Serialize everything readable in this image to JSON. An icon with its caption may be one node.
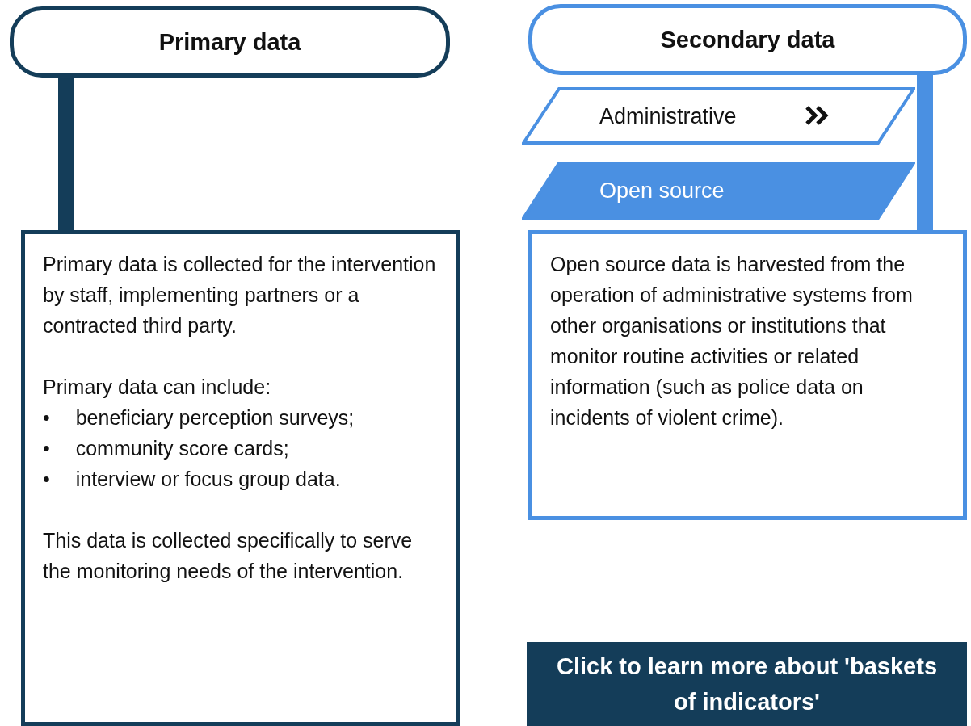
{
  "diagram": {
    "nodes": [
      {
        "text": [
          "Primary data"
        ]
      },
      {
        "text": [
          "Primary data is collected for the intervention by staff, implementing partners or a contracted third party.",
          "Primary data can include:",
          "• beneficiary perception surveys;",
          "• community score cards;",
          "• interview or focus group data.",
          "This data is collected specifically to serve the monitoring needs of the intervention."
        ]
      },
      {
        "text": [
          "Secondary data"
        ]
      },
      {
        "text": [
          "Administrative"
        ]
      },
      {
        "text": [
          "Open source"
        ]
      },
      {
        "text": [
          "Open source data is harvested from the operation of administrative systems from other organisations or institutions that monitor routine activities or related information (such as police data on incidents of violent crime)."
        ]
      },
      {
        "text": [
          "Click to learn more about 'baskets of indicators'"
        ]
      }
    ],
    "edges": [
      {
        "from": 0,
        "to": 1,
        "arrow": "none",
        "color": "#143d59"
      },
      {
        "from": 2,
        "to": 5,
        "arrow": "none",
        "color": "#4a90e2"
      }
    ]
  }
}
